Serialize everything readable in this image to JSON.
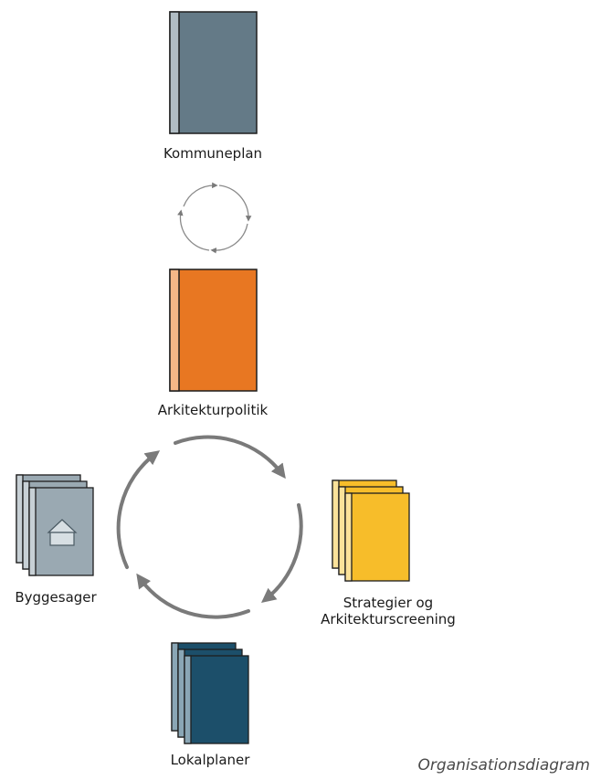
{
  "nodes": {
    "kommuneplan": "Kommuneplan",
    "arkitekturpolitik": "Arkitekturpolitik",
    "byggesager": "Byggesager",
    "strategier_line1": "Strategier og",
    "strategier_line2": "Arkitekturscreening",
    "lokalplaner": "Lokalplaner"
  },
  "caption": "Organisationsdiagram",
  "icons": {
    "small_cycle": "cycle-arrows-icon",
    "big_cycle": "cycle-arrows-icon",
    "byggesager": "house-icon"
  },
  "colors": {
    "kommuneplan": "#647a87",
    "arkitekturpolitik": "#e87722",
    "byggesager": "#9aa9b2",
    "strategier": "#f7bd2a",
    "lokalplaner": "#1c4f6a",
    "arrows": "#7a7a7a"
  }
}
